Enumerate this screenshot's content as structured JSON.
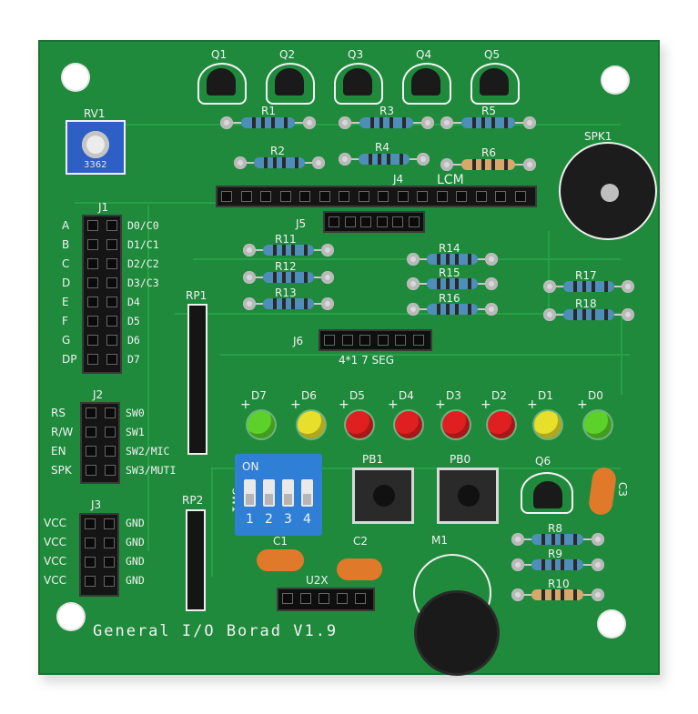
{
  "board": {
    "color_pcb": "#1f8a3c",
    "color_silkscreen": "#f2f2f2",
    "footer_text": "General I/O Borad V1.9"
  },
  "transistors": [
    "Q1",
    "Q2",
    "Q3",
    "Q4",
    "Q5"
  ],
  "resistors_top": [
    "R1",
    "R3",
    "R5",
    "R2",
    "R4",
    "R6"
  ],
  "resistors_mid": [
    "R11",
    "R12",
    "R13",
    "R14",
    "R15",
    "R16",
    "R17",
    "R18"
  ],
  "resistors_bottom": [
    "R8",
    "R9",
    "R10"
  ],
  "components": {
    "rv": "RV1",
    "rv_text": "3362",
    "speaker": "SPK1",
    "lcm_header": "J4",
    "lcm": "LCM",
    "j5": "J5",
    "j6": "J6",
    "seg": "4*1 7 SEG",
    "rp1": "RP1",
    "rp2": "RP2",
    "sw1": "SW1",
    "sw_on": "ON",
    "pb1": "PB1",
    "pb0": "PB0",
    "q6": "Q6",
    "c3": "C3",
    "c1": "C1",
    "c2": "C2",
    "u2x": "U2X",
    "m1": "M1"
  },
  "j1": {
    "name": "J1",
    "left": [
      "A",
      "B",
      "C",
      "D",
      "E",
      "F",
      "G",
      "DP"
    ],
    "right": [
      "D0/C0",
      "D1/C1",
      "D2/C2",
      "D3/C3",
      "D4",
      "D5",
      "D6",
      "D7"
    ]
  },
  "j2": {
    "name": "J2",
    "left": [
      "RS",
      "R/W",
      "EN",
      "SPK"
    ],
    "right": [
      "SW0",
      "SW1",
      "SW2/MIC",
      "SW3/MUTI"
    ]
  },
  "j3": {
    "name": "J3",
    "left": [
      "VCC",
      "VCC",
      "VCC",
      "VCC"
    ],
    "right": [
      "GND",
      "GND",
      "GND",
      "GND"
    ]
  },
  "leds": [
    {
      "label": "D7",
      "color": "#5bd12a"
    },
    {
      "label": "D6",
      "color": "#e8df2a"
    },
    {
      "label": "D5",
      "color": "#e02020"
    },
    {
      "label": "D4",
      "color": "#e02020"
    },
    {
      "label": "D3",
      "color": "#e02020"
    },
    {
      "label": "D2",
      "color": "#e02020"
    },
    {
      "label": "D1",
      "color": "#e8df2a"
    },
    {
      "label": "D0",
      "color": "#5bd12a"
    }
  ],
  "dip_numbers": [
    "1",
    "2",
    "3",
    "4"
  ]
}
